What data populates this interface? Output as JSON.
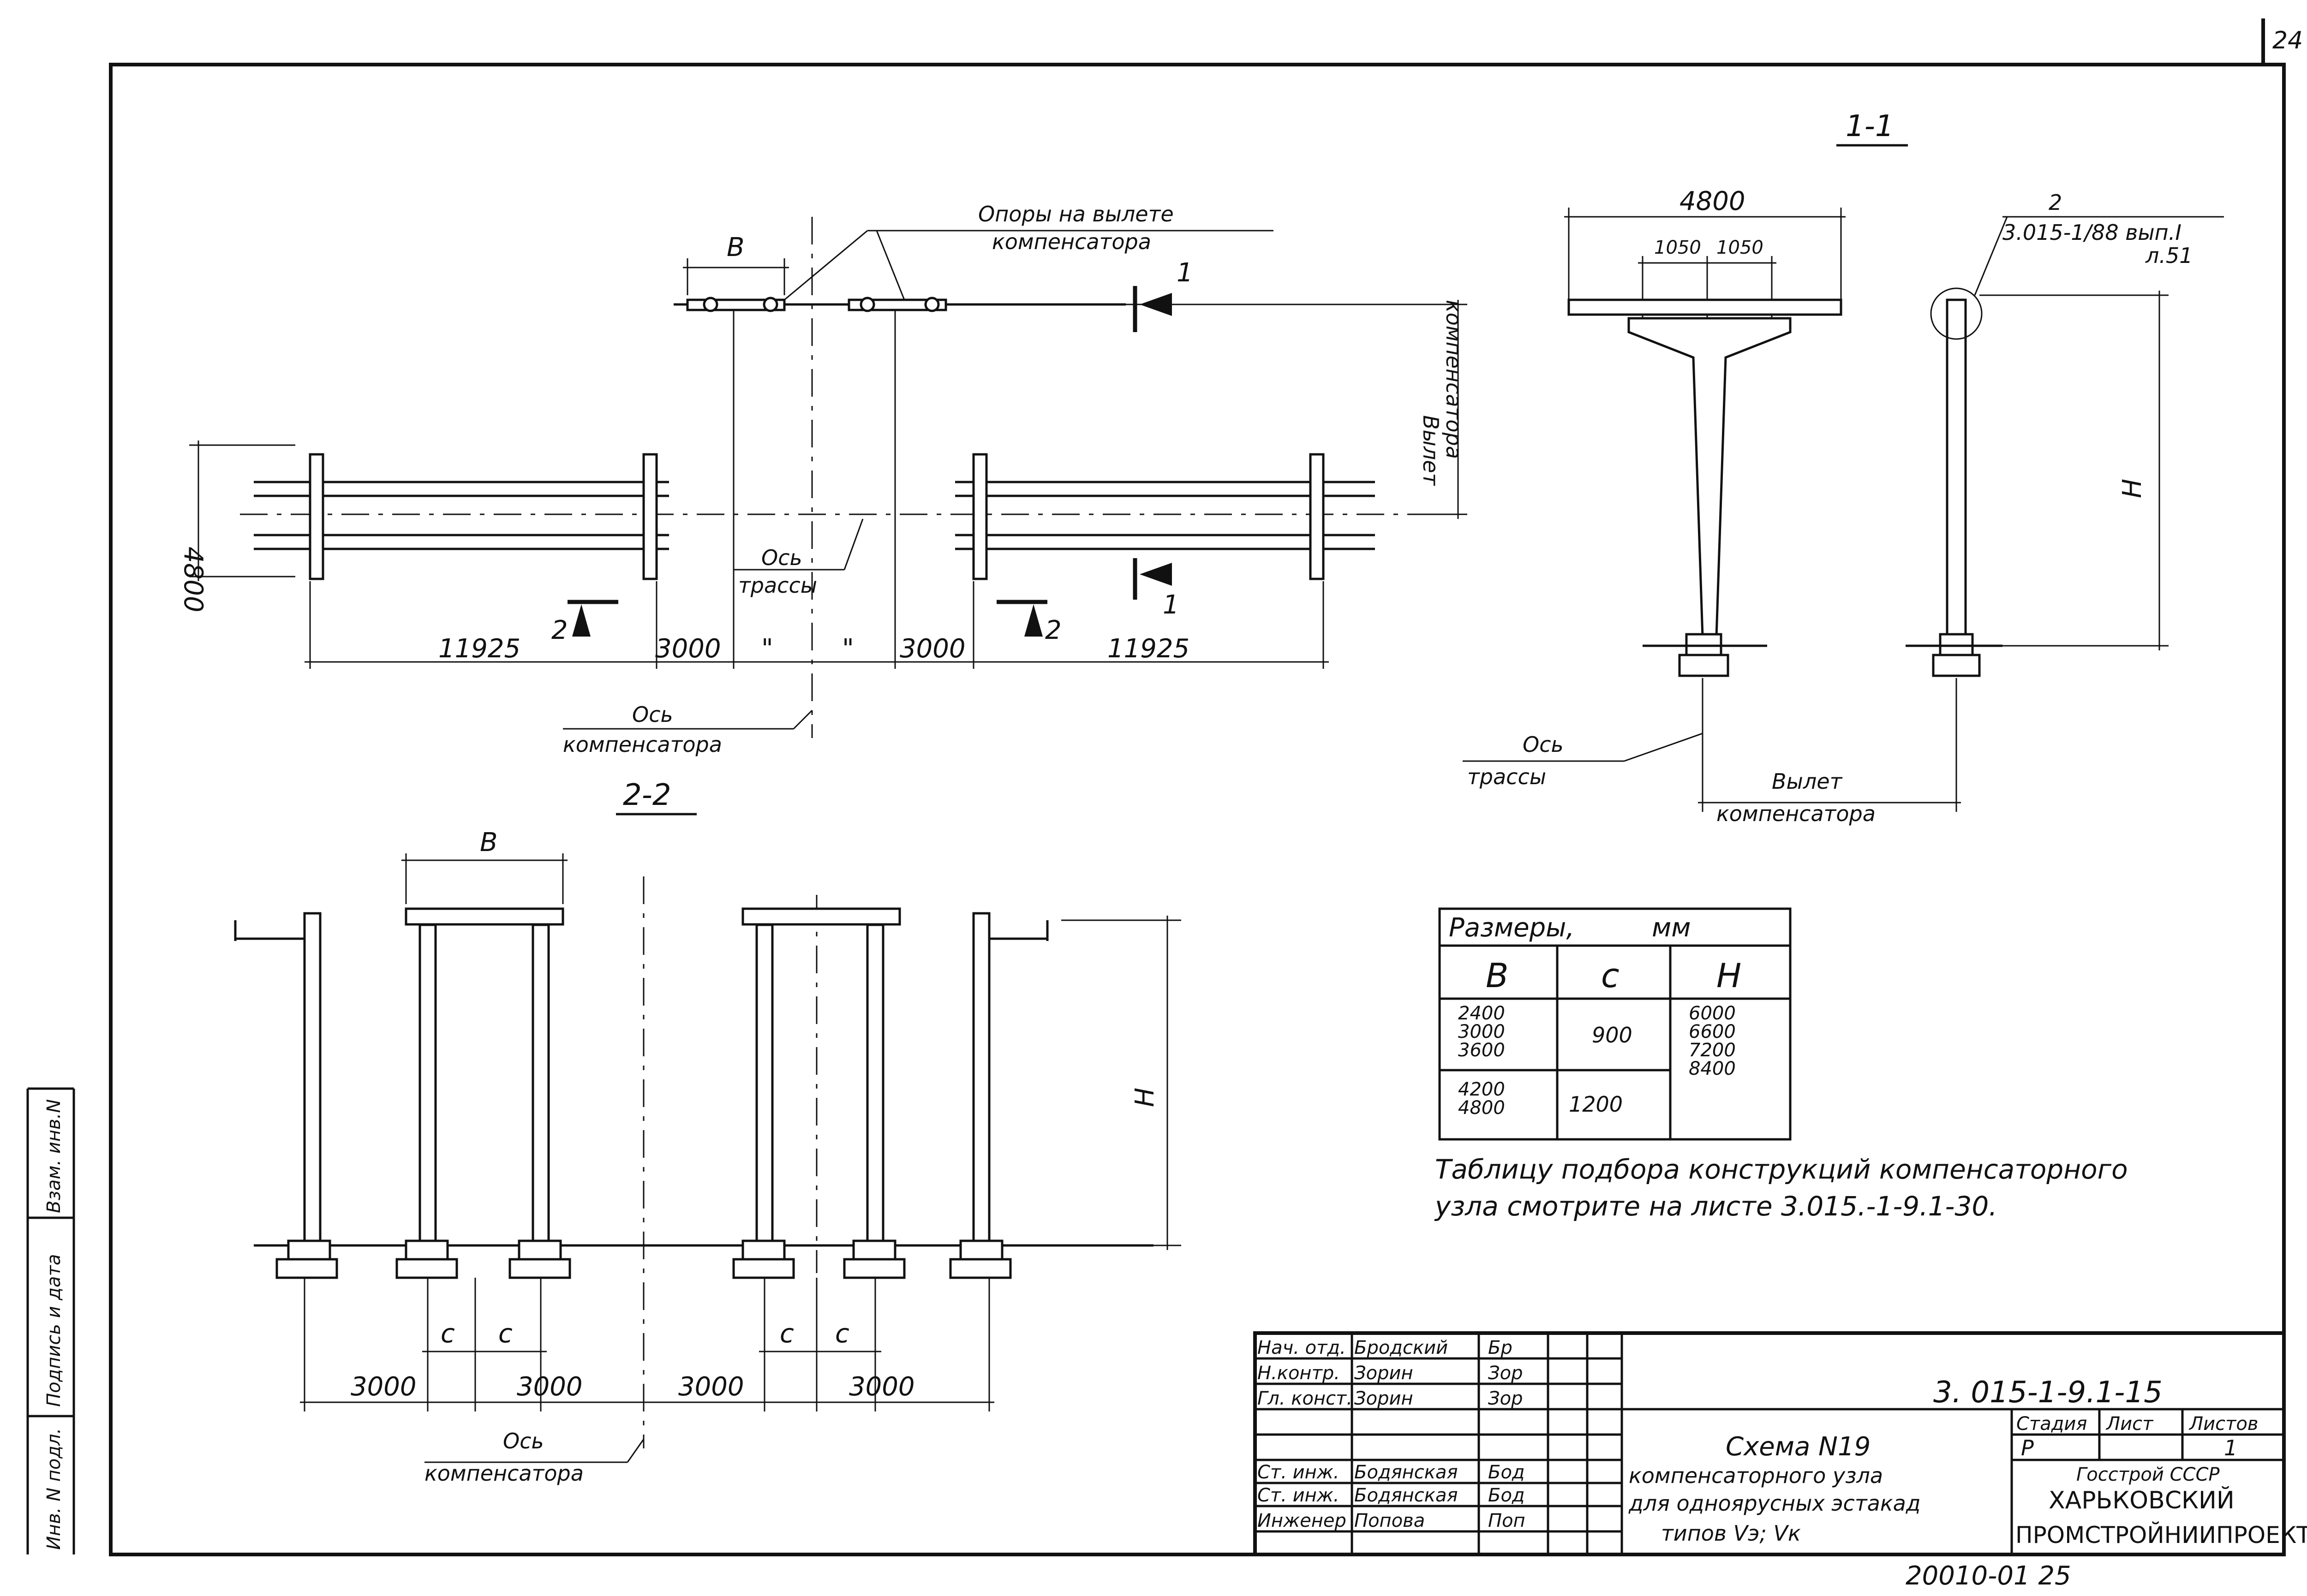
{
  "sheet": {
    "page_no": "24",
    "doc_code": "3. 015-1-9.1-15",
    "archive_no": "20010-01 25"
  },
  "plan": {
    "supports_label_1": "Опоры на вылете",
    "supports_label_2": "компенсатора",
    "dim_b": "B",
    "dim_4800": "4800",
    "dim_11925_left": "11925",
    "dim_3000_left": "3000",
    "dim_mark_a": "\"",
    "dim_mark_b": "\"",
    "dim_3000_right": "3000",
    "dim_11925_right": "11925",
    "axis_route_1": "Ось",
    "axis_route_2": "трассы",
    "axis_comp_1": "Ось",
    "axis_comp_2": "компенсатора",
    "offset_1": "Вылет",
    "offset_2": "компенсатора",
    "cut_2": "2",
    "cut_1": "1"
  },
  "section11": {
    "title": "1-1",
    "dim_4800": "4800",
    "dim_1050a": "1050",
    "dim_1050b": "1050",
    "dim_h": "H",
    "ref_num": "2",
    "ref_1": "3.015-1/88 вып.I",
    "ref_2": "л.51",
    "axis_1": "Ось",
    "axis_2": "трассы",
    "offset_1": "Вылет",
    "offset_2": "компенсатора"
  },
  "section22": {
    "title": "2-2",
    "dim_b": "B",
    "dim_h": "H",
    "c1": "c",
    "c2": "c",
    "c3": "c",
    "c4": "c",
    "d1": "3000",
    "d2": "3000",
    "d3": "3000",
    "d4": "3000",
    "axis_1": "Ось",
    "axis_2": "компенсатора"
  },
  "table": {
    "header": "Размеры,",
    "unit": "мм",
    "col_b": "B",
    "col_c": "c",
    "col_h": "H",
    "b_group1": [
      "2400",
      "3000",
      "3600"
    ],
    "b_group2": [
      "4200",
      "4800"
    ],
    "c_group1": "900",
    "c_group2": "1200",
    "h_values": [
      "6000",
      "6600",
      "7200",
      "8400"
    ]
  },
  "note": {
    "line1": "Таблицу подбора конструкций компенсаторного",
    "line2": "узла  смотрите на листе 3.015.-1-9.1-30."
  },
  "side_stamp": [
    "Инв. N подл.",
    "Подпись и дата",
    "Взам. инв.N"
  ],
  "title_block": {
    "roles": [
      {
        "role": "Нач. отд.",
        "name": "Бродский",
        "sign": "Бр"
      },
      {
        "role": "Н.контр.",
        "name": "Зорин",
        "sign": "Зор"
      },
      {
        "role": "Гл. конст.",
        "name": "Зорин",
        "sign": "Зор"
      },
      {
        "role": "Ст. инж.",
        "name": "Бодянская",
        "sign": "Бод"
      },
      {
        "role": "Ст. инж.",
        "name": "Бодянская",
        "sign": "Бод"
      },
      {
        "role": "Инженер",
        "name": "Попова",
        "sign": "Поп"
      }
    ],
    "code": "3. 015-1-9.1-15",
    "title_1": "Схема N19",
    "title_2": "компенсаторного узла",
    "title_3": "для одноярусных эстакад",
    "title_4": "типов Vэ; Vк",
    "stage_label": "Стадия",
    "sheet_label": "Лист",
    "sheets_label": "Листов",
    "stage": "P",
    "sheet": "",
    "sheets": "1",
    "org_1": "Госстрой СССР",
    "org_2": "ХАРЬКОВСКИЙ",
    "org_3": "ПРОМСТРОЙНИИПРОЕКТ"
  }
}
